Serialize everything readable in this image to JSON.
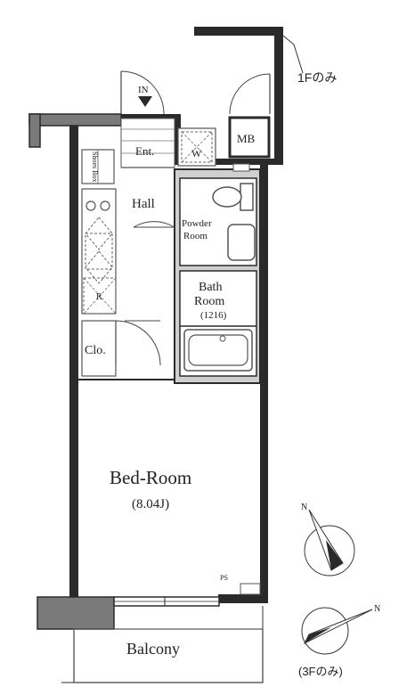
{
  "labels": {
    "only_1f": "1Fのみ",
    "entrance_in": "IN",
    "mb": "MB",
    "entrance": "Ent.",
    "washer": "W",
    "shoes_box": "Shoes Box",
    "hall": "Hall",
    "powder_room_line1": "Powder",
    "powder_room_line2": "Room",
    "bath_room_line1": "Bath",
    "bath_room_line2": "Room",
    "bath_size": "(1216)",
    "refrigerator": "R",
    "closet": "Clo.",
    "bedroom_name": "Bed-Room",
    "bedroom_size": "(8.04J)",
    "ps": "PS",
    "balcony": "Balcony",
    "north_1": "N",
    "north_2": "N",
    "only_3f": "(3Fのみ)"
  },
  "colors": {
    "wall": "#2a2a2a",
    "column": "#7a7a7a",
    "fixture": "#555555",
    "dashed": "#666666",
    "wet_area": "#cfcfcf"
  }
}
